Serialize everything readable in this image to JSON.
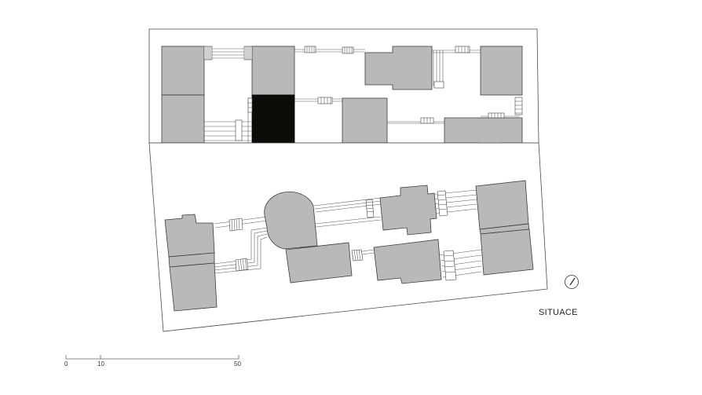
{
  "title": "SITUACE",
  "scale_bar": {
    "labels": [
      "0",
      "10",
      "50"
    ]
  },
  "north_arrow_icon": "north-arrow-icon",
  "colors": {
    "building": "#b9b9b9",
    "highlighted_building": "#0c0c08",
    "outline": "#3c3c3c"
  }
}
